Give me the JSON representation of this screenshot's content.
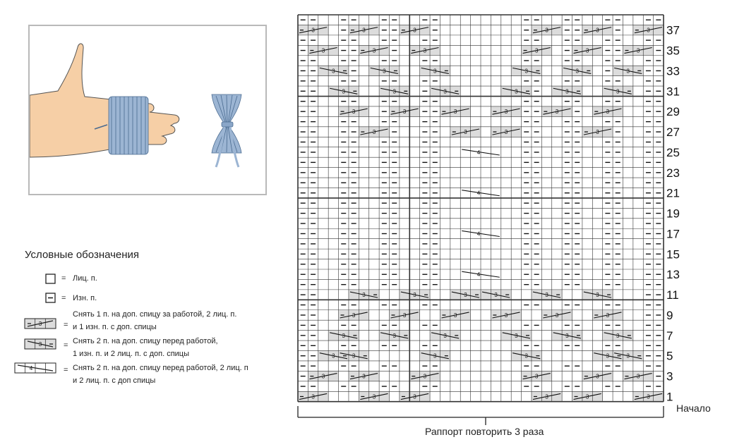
{
  "legend": {
    "title": "Условные обозначения",
    "items": [
      {
        "symbol": "knit",
        "eq": "=",
        "lines": [
          "Лиц. п."
        ]
      },
      {
        "symbol": "purl",
        "eq": "=",
        "lines": [
          "Изн. п."
        ]
      },
      {
        "symbol": "cable-3-back",
        "cable_number": "3",
        "eq": "=",
        "lines": [
          "Снять 1 п. на доп. спицу за работой, 2 лиц. п.",
          "и 1 изн. п. с доп. спицы"
        ]
      },
      {
        "symbol": "cable-3-front",
        "cable_number": "3",
        "eq": "=",
        "lines": [
          "Снять 2 п. на доп. спицу перед работой,",
          "1 изн. п. и 2 лиц. п. с доп. спицы"
        ]
      },
      {
        "symbol": "cable-4-front",
        "cable_number": "4",
        "eq": "=",
        "lines": [
          "Снять 2 п. на доп. спицу перед работой, 2 лиц. п",
          "и 2 лиц. п. с доп спицы"
        ]
      }
    ]
  },
  "chart": {
    "row_labels": [
      "1",
      "3",
      "5",
      "7",
      "9",
      "11",
      "13",
      "15",
      "17",
      "19",
      "21",
      "23",
      "25",
      "27",
      "29",
      "31",
      "33",
      "35",
      "37"
    ],
    "start_label": "Начало",
    "repeat_label": "Раппорт повторить 3 раза",
    "cable_labels": {
      "three": "3",
      "four": "4"
    }
  },
  "colors": {
    "grid_line": "#333333",
    "cable_fill": "#dcdcdc",
    "yarn": "#9cb5d3",
    "skin": "#f6cfa6",
    "frame": "#b9b9b9"
  }
}
